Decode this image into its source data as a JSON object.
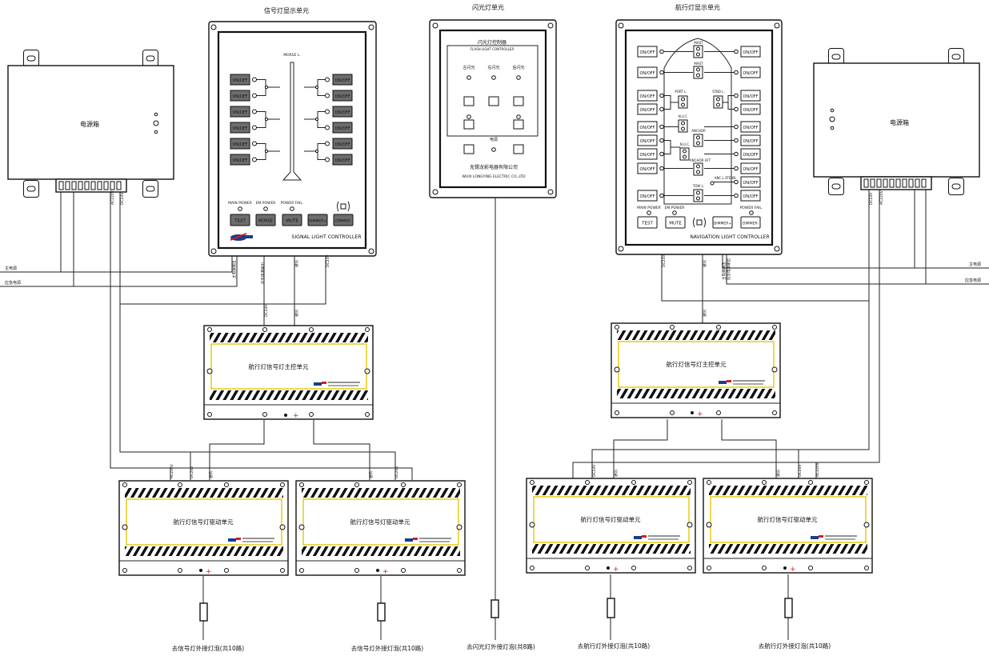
{
  "titles": {
    "signal_display_unit": "信号灯显示单元",
    "flash_unit": "闪光灯单元",
    "nav_display_unit": "航行灯显示单元"
  },
  "power_box": {
    "label": "电源箱"
  },
  "signal_panel": {
    "onoff_label": "ON/OFF",
    "morse_label": "MORSE L.",
    "ind_main": "MAIN POWER",
    "ind_em": "EM.POWER",
    "ind_fail": "POWER FAIL.",
    "btn_test": "TEST",
    "btn_morse": "MORSE",
    "btn_mute": "MUTE",
    "btn_dimmer_plus": "DIMMER+",
    "btn_dimmer_minus": "DIMMER-",
    "brand": "SIGNAL LIGHT CONTROLLER"
  },
  "flash_panel": {
    "title_cn": "闪光灯控制器",
    "title_en": "FLASH LIGHT CONTROLLER",
    "col1": "左闪光",
    "col2": "右闪光",
    "col3": "后闪光",
    "mid_label": "电源",
    "company_cn": "无锡龙影电器有限公司",
    "company_en": "WUXI LONGYING ELECTRIC CO.,LTD"
  },
  "nav_panel": {
    "onoff_label": "ON/OFF",
    "lamp_mast1": "MAST",
    "lamp_mast2": "MAST",
    "lamp_port": "PORT L.",
    "lamp_stbd": "STBD L.",
    "lamp_nuc": "N.U.C.",
    "lamp_nuc2": "N.U.C.",
    "lamp_anchor_fwd": "ANCHOR",
    "lamp_anchor_aft": "ANCHOR AFT",
    "lamp_tow": "TOW L.",
    "lamp_stern": "ANC.L STERN",
    "ind_main": "MAIN POWER",
    "ind_em": "EM.POWER",
    "ind_fail": "POWER FAIL.",
    "btn_test": "TEST",
    "btn_mute": "MUTE",
    "btn_dimmer_plus": "DIMMER+",
    "btn_dimmer_minus": "DIMMER-",
    "brand": "NAVIGATION LIGHT CONTROLLER"
  },
  "main_control_unit": {
    "label": "航行灯信号灯主控单元"
  },
  "drive_unit": {
    "label": "航行灯信号灯驱动单元"
  },
  "wires": {
    "main_power": "主电源",
    "em_power": "应急电源",
    "dc24v": "DC24V",
    "ac220v": "AC220V",
    "comm": "通讯",
    "main_power_out": "主电源输出",
    "em_power_out": "应急电源输出"
  },
  "outputs": {
    "signal_out": "去信号灯外接灯泡(共10路)",
    "flash_out": "去闪光灯外接灯泡(共8路)",
    "nav_out": "去航行灯外接灯泡(共10路)"
  },
  "colors": {
    "hazard_yellow": "#e6c800",
    "button_dark": "#6d6d6d",
    "logo_red": "#d21f1f",
    "logo_blue": "#1a3c8c"
  }
}
